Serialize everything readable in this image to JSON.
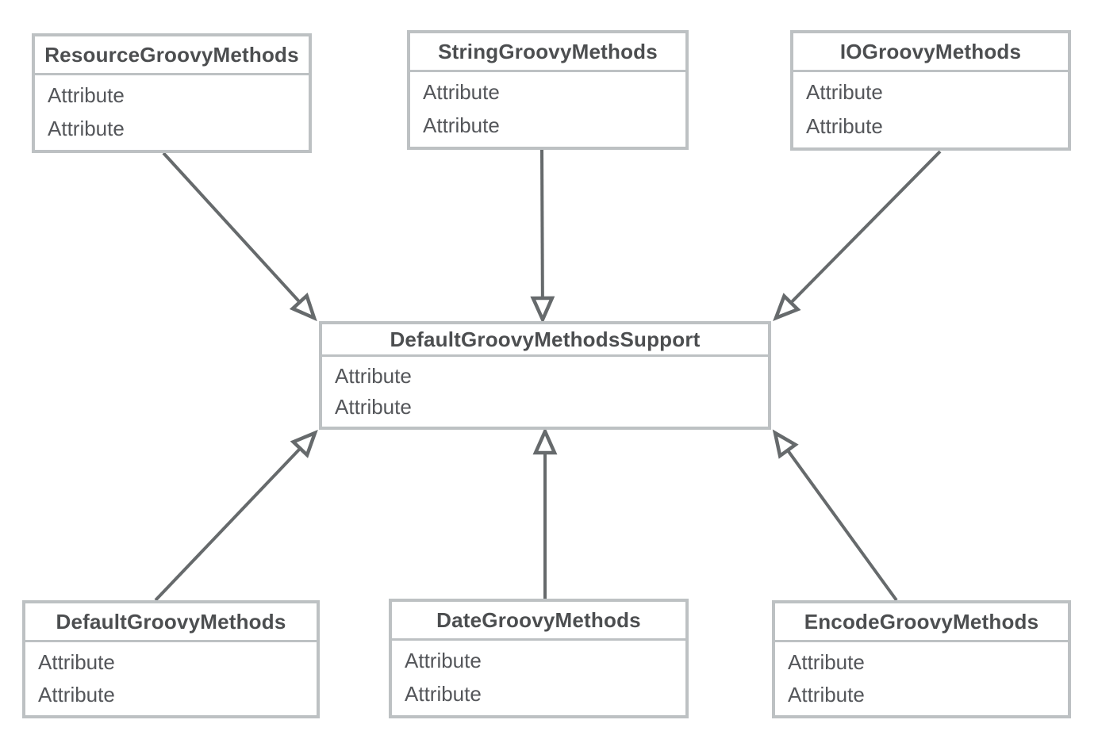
{
  "diagram": {
    "kind": "uml-class-diagram",
    "colors": {
      "background": "#ffffff",
      "box_border": "#bdc1c3",
      "title_text": "#4c4e50",
      "attr_text": "#54565a",
      "arrow": "#666a6c"
    },
    "nodes": [
      {
        "id": "resource",
        "title": "ResourceGroovyMethods",
        "attributes": [
          "Attribute",
          "Attribute"
        ]
      },
      {
        "id": "string",
        "title": "StringGroovyMethods",
        "attributes": [
          "Attribute",
          "Attribute"
        ]
      },
      {
        "id": "io",
        "title": "IOGroovyMethods",
        "attributes": [
          "Attribute",
          "Attribute"
        ]
      },
      {
        "id": "support",
        "title": "DefaultGroovyMethodsSupport",
        "attributes": [
          "Attribute",
          "Attribute"
        ]
      },
      {
        "id": "default",
        "title": "DefaultGroovyMethods",
        "attributes": [
          "Attribute",
          "Attribute"
        ]
      },
      {
        "id": "date",
        "title": "DateGroovyMethods",
        "attributes": [
          "Attribute",
          "Attribute"
        ]
      },
      {
        "id": "encode",
        "title": "EncodeGroovyMethods",
        "attributes": [
          "Attribute",
          "Attribute"
        ]
      }
    ],
    "edges": [
      {
        "from": "ResourceGroovyMethods",
        "to": "DefaultGroovyMethodsSupport",
        "arrowhead": "hollow-triangle"
      },
      {
        "from": "StringGroovyMethods",
        "to": "DefaultGroovyMethodsSupport",
        "arrowhead": "hollow-triangle"
      },
      {
        "from": "IOGroovyMethods",
        "to": "DefaultGroovyMethodsSupport",
        "arrowhead": "hollow-triangle"
      },
      {
        "from": "DefaultGroovyMethods",
        "to": "DefaultGroovyMethodsSupport",
        "arrowhead": "hollow-triangle"
      },
      {
        "from": "DateGroovyMethods",
        "to": "DefaultGroovyMethodsSupport",
        "arrowhead": "hollow-triangle"
      },
      {
        "from": "EncodeGroovyMethods",
        "to": "DefaultGroovyMethodsSupport",
        "arrowhead": "hollow-triangle"
      }
    ]
  }
}
